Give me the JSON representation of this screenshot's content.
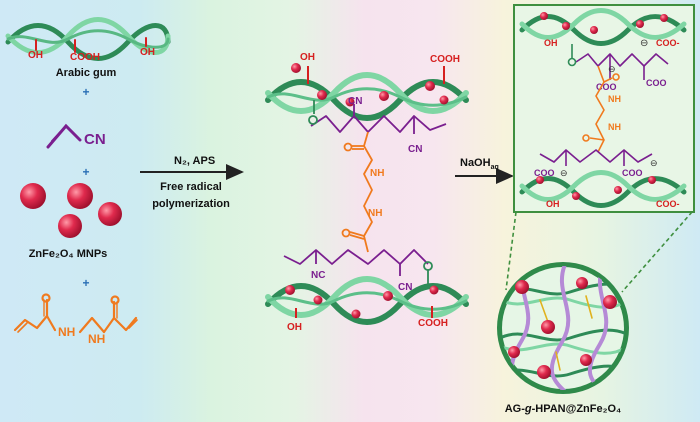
{
  "colors": {
    "strand_dark": "#2e8b57",
    "strand_light": "#7fd6a4",
    "hydroxyl_red": "#d62020",
    "particle_red": "#d8244a",
    "nitrile_purple": "#7a1f8f",
    "linker_orange": "#f07a1e",
    "product_border": "#3f8f3f",
    "background_left": "#cfe9f6",
    "background_mid": "#d9f3e2",
    "background_pink": "#f7e1ee",
    "background_right": "#d2ecf5"
  },
  "icons": [
    "arrow-right-icon",
    "magnetic-nanoparticle-icon",
    "polysaccharide-strand-icon",
    "network-magnifier-icon"
  ],
  "reagents": {
    "gum_oh_left": "OH",
    "gum_cooh": "COOH",
    "gum_oh_right": "OH",
    "gum_label": "Arabic gum",
    "plus": "+",
    "acrylonitrile_cn": "CN",
    "mnp_label": "ZnFe₂O₄ MNPs",
    "mba_nh_left": "NH",
    "mba_nh_right": "NH"
  },
  "step1": {
    "conditions_line1": "N₂, APS",
    "conditions_line2": "Free radical",
    "conditions_line3": "polymerization"
  },
  "intermediate": {
    "top_oh": "OH",
    "top_cooh": "COOH",
    "cn_a": "CN",
    "cn_b": "CN",
    "nh_a": "NH",
    "nh_b": "NH",
    "nc": "NC",
    "cn_c": "CN",
    "bottom_oh": "OH",
    "bottom_cooh": "COOH"
  },
  "step2": {
    "reagent": "NaOH",
    "reagent_sub": "aq"
  },
  "product": {
    "oh_top": "OH",
    "coo_top": "COO-",
    "coo_a": "COO",
    "coo_b": "COO",
    "nh_a": "NH",
    "nh_b": "NH",
    "coo_c": "COO",
    "coo_d": "COO",
    "oh_bottom": "OH",
    "coo_bottom": "COO-",
    "neg_charge": "⊖",
    "label_prefix": "AG-",
    "label_g": "g",
    "label_suffix": "-HPAN@ZnFe₂O₄"
  }
}
